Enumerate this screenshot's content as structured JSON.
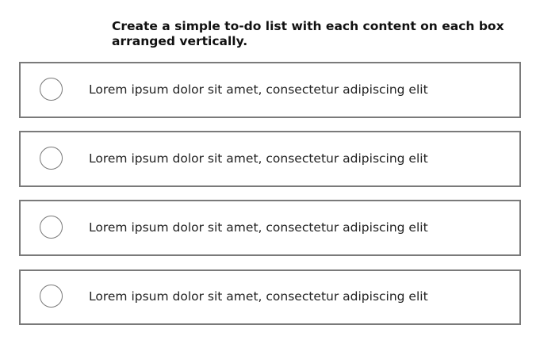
{
  "header": {
    "title": "Create a simple to-do list with each content on each box arranged vertically."
  },
  "todos": [
    {
      "text": "Lorem ipsum dolor sit amet, consectetur adipiscing elit",
      "checked": false
    },
    {
      "text": "Lorem ipsum dolor sit amet, consectetur adipiscing elit",
      "checked": false
    },
    {
      "text": "Lorem ipsum dolor sit amet, consectetur adipiscing elit",
      "checked": false
    },
    {
      "text": "Lorem ipsum dolor sit amet, consectetur adipiscing elit",
      "checked": false
    }
  ],
  "colors": {
    "border": "#7a7a7a",
    "text": "#222222",
    "background": "#ffffff"
  }
}
